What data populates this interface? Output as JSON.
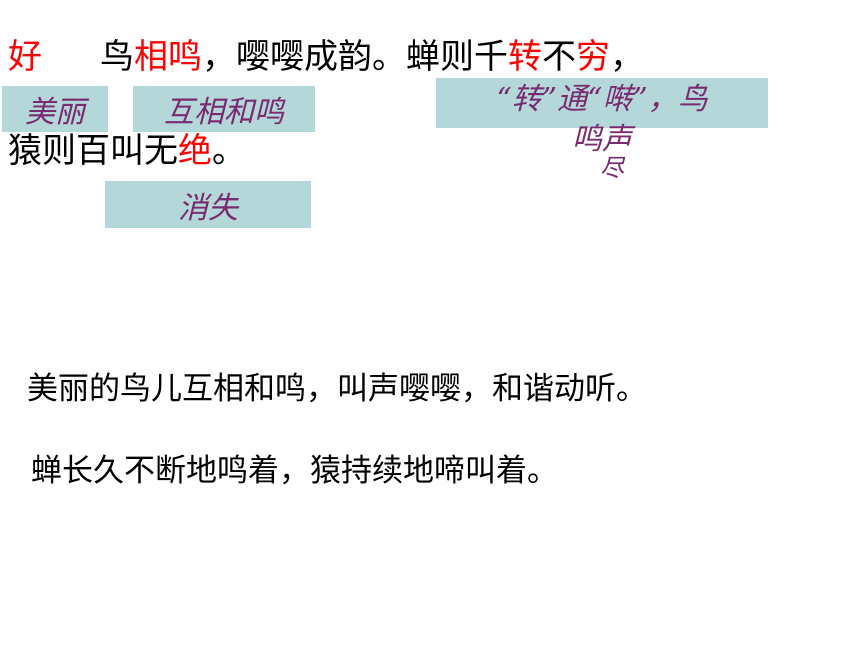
{
  "passage": {
    "line1": [
      {
        "t": "好",
        "hl": true
      },
      {
        "t": "     ",
        "hl": false
      },
      {
        "t": "鸟",
        "hl": false
      },
      {
        "t": "相鸣",
        "hl": true
      },
      {
        "t": "，嘤嘤成韵。蝉则千",
        "hl": false
      },
      {
        "t": "转",
        "hl": true
      },
      {
        "t": "不",
        "hl": false
      },
      {
        "t": "穷",
        "hl": true
      },
      {
        "t": "，",
        "hl": false
      }
    ],
    "line2": [
      {
        "t": "猿则百叫无",
        "hl": false
      },
      {
        "t": "绝",
        "hl": true
      },
      {
        "t": "。",
        "hl": false
      }
    ]
  },
  "notes": {
    "mei_li": "美丽",
    "hu_xiang": "互相和鸣",
    "zhuan_line1": "“转”通“啭”，鸟",
    "zhuan_line2": "鸣声",
    "zhuan_overflow": "尽",
    "xiao_shi": "消失"
  },
  "translation": {
    "line1": "美丽的鸟儿互相和鸣，叫声嘤嘤，和谐动听。",
    "line2": "蝉长久不断地鸣着，猿持续地啼叫着。"
  },
  "colors": {
    "highlight": "#ff0000",
    "note_bg": "#b4d7d9",
    "note_text": "#7a2a6e"
  }
}
